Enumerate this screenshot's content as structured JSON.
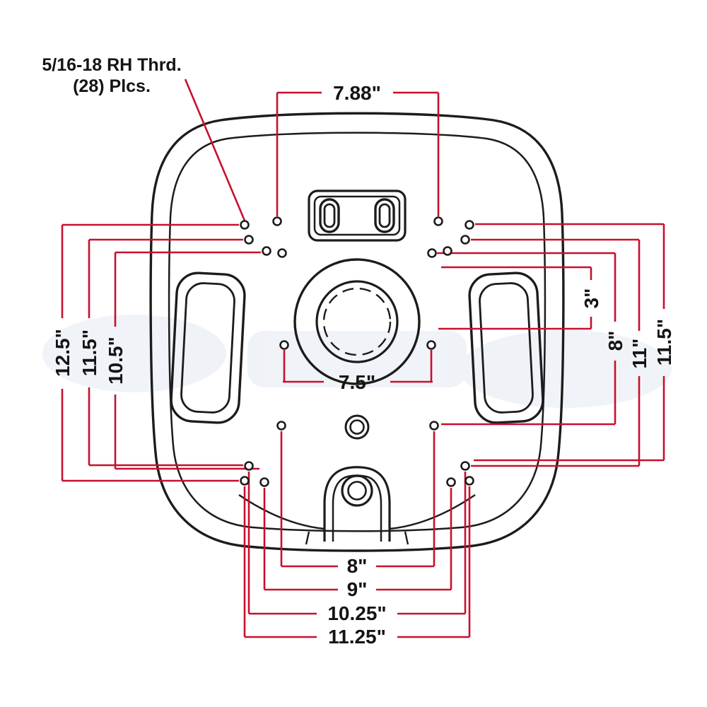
{
  "figure": {
    "title": "Seat pan mounting-hole dimension diagram",
    "note_line1": "5/16-18 RH Thrd.",
    "note_line2": "(28) Plcs.",
    "dims": {
      "top": "7.88\"",
      "center": "7.5\"",
      "left": [
        "12.5\"",
        "11.5\"",
        "10.5\""
      ],
      "right": [
        "3\"",
        "8\"",
        "11\"",
        "11.5\""
      ],
      "bottom": [
        "8\"",
        "9\"",
        "10.25\"",
        "11.25\""
      ]
    },
    "colors": {
      "dimension_line": "#c8102e",
      "outline": "#1c1c1c",
      "text": "#141414",
      "watermark": "#e3ebf3"
    }
  }
}
